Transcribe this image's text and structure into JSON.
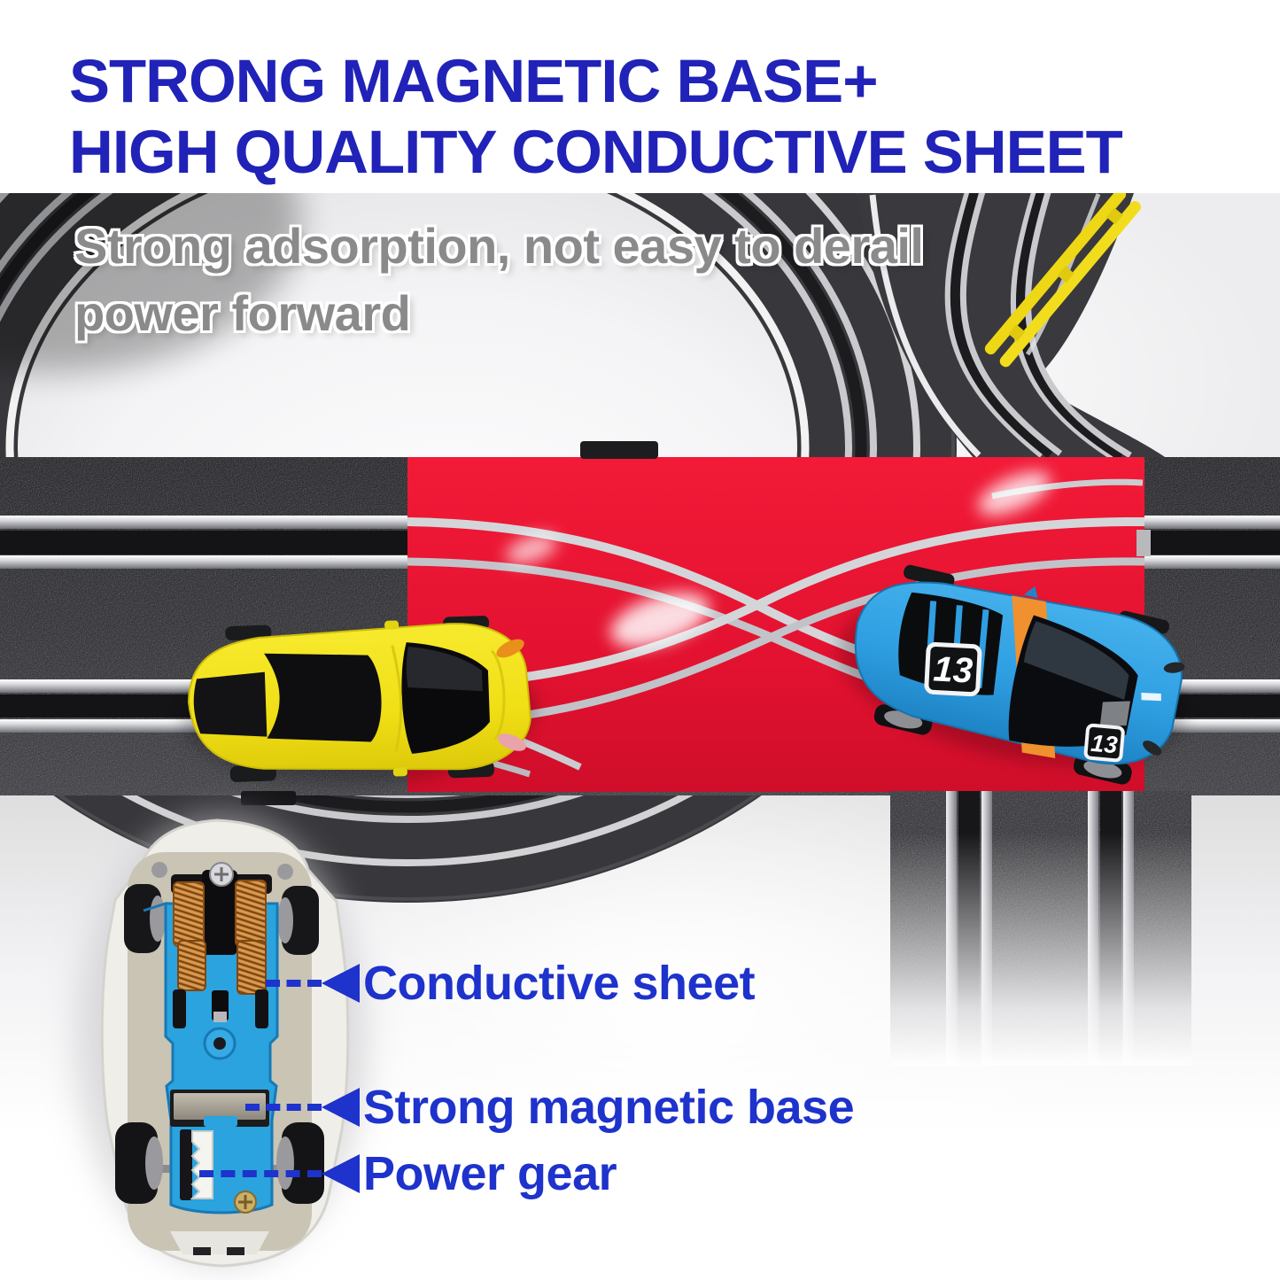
{
  "title": {
    "line1": "STRONG MAGNETIC BASE+",
    "line2": "HIGH QUALITY CONDUCTIVE SHEET"
  },
  "subtitle": {
    "line1": "Strong adsorption, not easy to derail",
    "line2": "power forward"
  },
  "annotations": [
    {
      "label": "Conductive sheet"
    },
    {
      "label": "Strong magnetic base"
    },
    {
      "label": "Power gear"
    }
  ],
  "cars": {
    "blue_car_number": "13",
    "yellow_car_color": "#f2e11d",
    "blue_car_color": "#2f9fe2"
  },
  "colors": {
    "title_blue": "#2022b8",
    "label_blue": "#1e32cc",
    "subtitle_gray": "#8a8a8a",
    "track_red": "#e8142f",
    "track_dark": "#303034",
    "rail_silver": "#c9cace",
    "guardrail_yellow": "#f2dd1d",
    "copper_braid": "#b06a24",
    "chassis_blue": "#2aa3df"
  }
}
